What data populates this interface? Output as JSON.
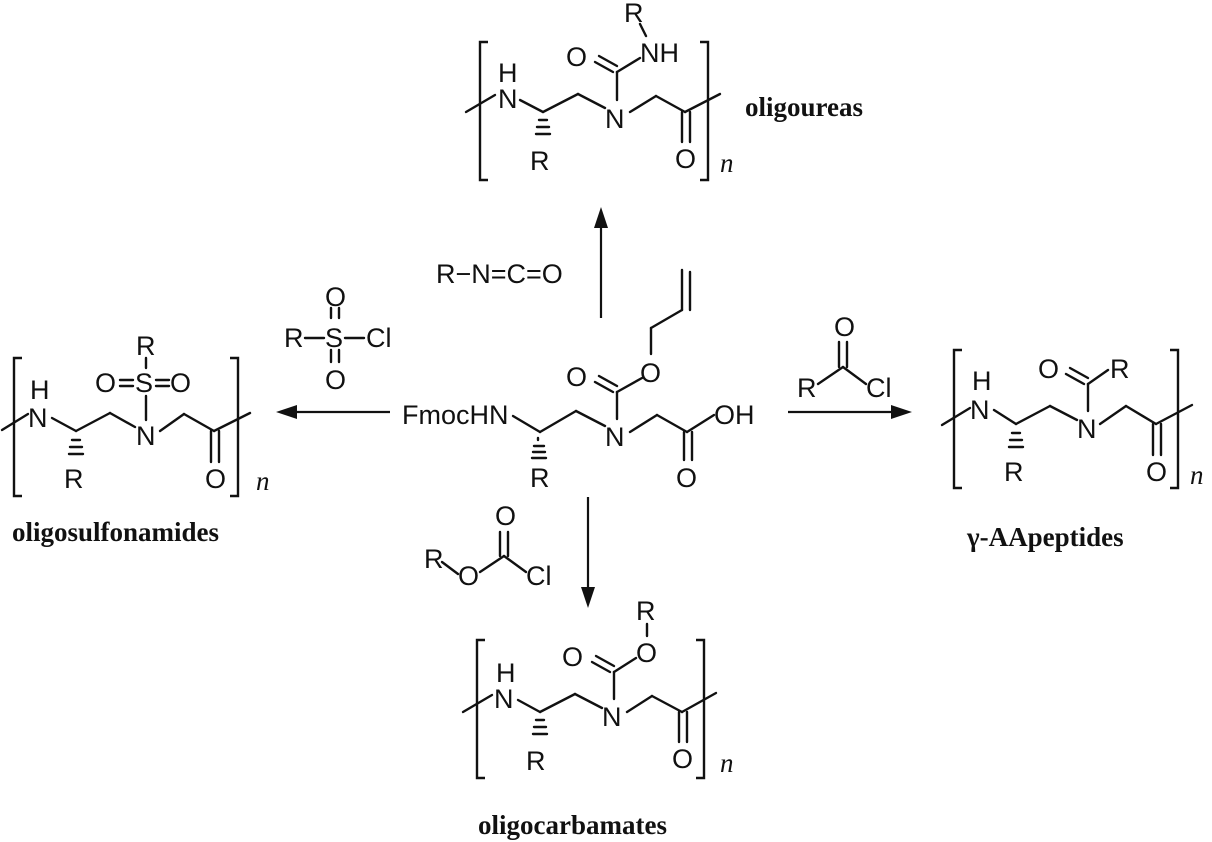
{
  "scheme": {
    "start_material": {
      "protecting_group": "FmocHN",
      "acid": "OH",
      "oxygen": "O",
      "nitrogen": "N",
      "r": "R"
    },
    "products": {
      "oligoureas": {
        "name": "oligoureas",
        "reagent": "R−N=C=O",
        "nh": "NH",
        "h": "H",
        "n_atom": "N",
        "o": "O",
        "r": "R",
        "repeat": "n"
      },
      "gamma_aapeptides": {
        "name": "γ-AApeptides",
        "reagent_r": "R",
        "reagent_o": "O",
        "reagent_cl": "Cl",
        "h": "H",
        "n_atom": "N",
        "o": "O",
        "r": "R",
        "repeat": "n"
      },
      "oligosulfonamides": {
        "name": "oligosulfonamides",
        "reagent_r": "R",
        "reagent_s": "S",
        "reagent_o": "O",
        "reagent_cl": "Cl",
        "h": "H",
        "n_atom": "N",
        "s": "S",
        "o": "O",
        "r": "R",
        "repeat": "n"
      },
      "oligocarbamates": {
        "name": "oligocarbamates",
        "reagent_r": "R",
        "reagent_o": "O",
        "reagent_cl": "Cl",
        "h": "H",
        "n_atom": "N",
        "o": "O",
        "r": "R",
        "repeat": "n"
      }
    },
    "backbone_nh": "N"
  }
}
